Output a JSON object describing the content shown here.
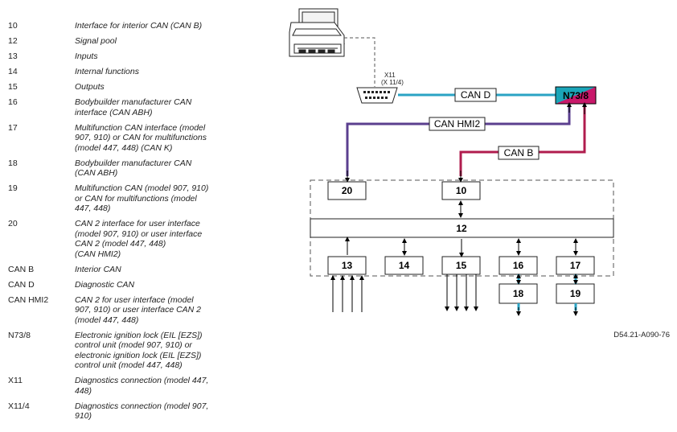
{
  "legend": [
    {
      "key": "10",
      "desc": "Interface for interior CAN (CAN B)"
    },
    {
      "key": "12",
      "desc": "Signal pool"
    },
    {
      "key": "13",
      "desc": "Inputs"
    },
    {
      "key": "14",
      "desc": "Internal functions"
    },
    {
      "key": "15",
      "desc": "Outputs"
    },
    {
      "key": "16",
      "desc": "Bodybuilder manufacturer CAN\ninterface (CAN ABH)"
    },
    {
      "key": "17",
      "desc": "Multifunction CAN interface (model\n907, 910) or CAN for multifunctions\n(model 447, 448) (CAN K)"
    },
    {
      "key": "18",
      "desc": "Bodybuilder manufacturer CAN\n(CAN ABH)"
    },
    {
      "key": "19",
      "desc": "Multifunction CAN (model 907, 910)\nor CAN for multifunctions (model\n447, 448)"
    },
    {
      "key": "20",
      "desc": "CAN 2 interface for user interface\n(model 907, 910) or user interface\nCAN 2 (model 447, 448)\n(CAN HMI2)"
    },
    {
      "key": "CAN B",
      "desc": "Interior CAN"
    },
    {
      "key": "CAN D",
      "desc": "Diagnostic CAN"
    },
    {
      "key": "CAN HMI2",
      "desc": "CAN 2 for user interface (model\n907, 910) or user interface CAN 2\n(model 447, 448)"
    },
    {
      "key": "N73/8",
      "desc": "Electronic ignition lock (EIL [EZS])\ncontrol unit (model 907, 910) or\nelectronic ignition lock (EIL [EZS])\ncontrol unit (model 447, 448)"
    },
    {
      "key": "X11",
      "desc": "Diagnostics connection (model 447,\n448)"
    },
    {
      "key": "X11/4",
      "desc": "Diagnostics connection (model 907,\n910)"
    }
  ],
  "diagram": {
    "connector_label_1": "X11",
    "connector_label_2": "(X 11/4)",
    "ecu_label": "N73/8",
    "bus_can_d": "CAN D",
    "bus_can_hmi2": "CAN HMI2",
    "bus_can_b": "CAN B",
    "box_10": "10",
    "box_12": "12",
    "box_13": "13",
    "box_14": "14",
    "box_15": "15",
    "box_16": "16",
    "box_17": "17",
    "box_18": "18",
    "box_19": "19",
    "box_20": "20",
    "figure_id": "D54.21-A090-76",
    "colors": {
      "can_d": "#2aa3c4",
      "can_hmi2": "#5b3f8f",
      "can_b": "#b01c4e",
      "ecu_teal": "#1aa5b8",
      "ecu_magenta": "#c8186a"
    }
  }
}
